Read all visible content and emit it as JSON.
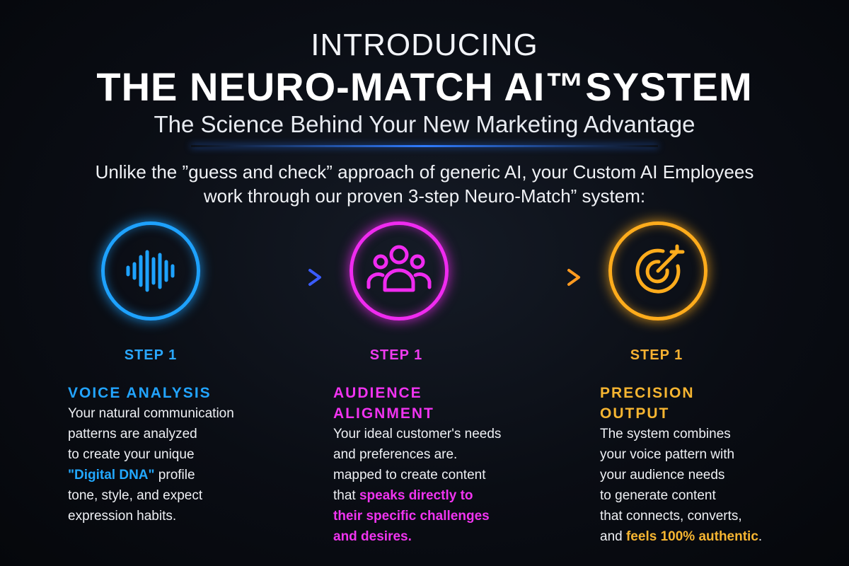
{
  "header": {
    "intro": "INTRODUCING",
    "title": "THE NEURO-MATCH AI™SYSTEM",
    "subtitle": "The Science Behind Your New Marketing Advantage"
  },
  "intro_paragraph": {
    "line1": "Unlike the ”guess and check” approach of generic AI, your Custom AI Employees",
    "line2": "work through our proven 3-step Neuro-Match” system:"
  },
  "colors": {
    "blue": "#1ea2ff",
    "pink": "#f02bf0",
    "orange": "#ffac1c"
  },
  "steps": [
    {
      "icon": "sound-wave-icon",
      "label": "STEP 1",
      "title_line1": "VOICE ANALYSIS",
      "title_line2": "",
      "body": {
        "l1": "Your natural communication",
        "l2": "patterns are analyzed",
        "l3": "to create your unique",
        "l4_highlight": "\"Digital DNA\"",
        "l4_rest": " profile",
        "l5": "tone, style, and expect",
        "l6": "expression habits."
      }
    },
    {
      "icon": "people-group-icon",
      "label": "STEP 1",
      "title_line1": "AUDIENCE",
      "title_line2": "ALIGNMENT",
      "body": {
        "l1": "Your ideal customer's needs",
        "l2": "and preferences are.",
        "l3": "mapped to create content",
        "l4_pre": "that ",
        "l4_highlight": "speaks directly to",
        "l5_highlight": "their specific challenges",
        "l6_highlight": "and desires."
      }
    },
    {
      "icon": "target-icon",
      "label": "STEP 1",
      "title_line1": "PRECISION",
      "title_line2": "OUTPUT",
      "body": {
        "l1": "The system combines",
        "l2": "your voice pattern with",
        "l3": "your audience needs",
        "l4": "to generate content",
        "l5": "that connects, converts,",
        "l6_pre": "and ",
        "l6_highlight": "feels 100% authentic",
        "l6_post": "."
      }
    }
  ]
}
